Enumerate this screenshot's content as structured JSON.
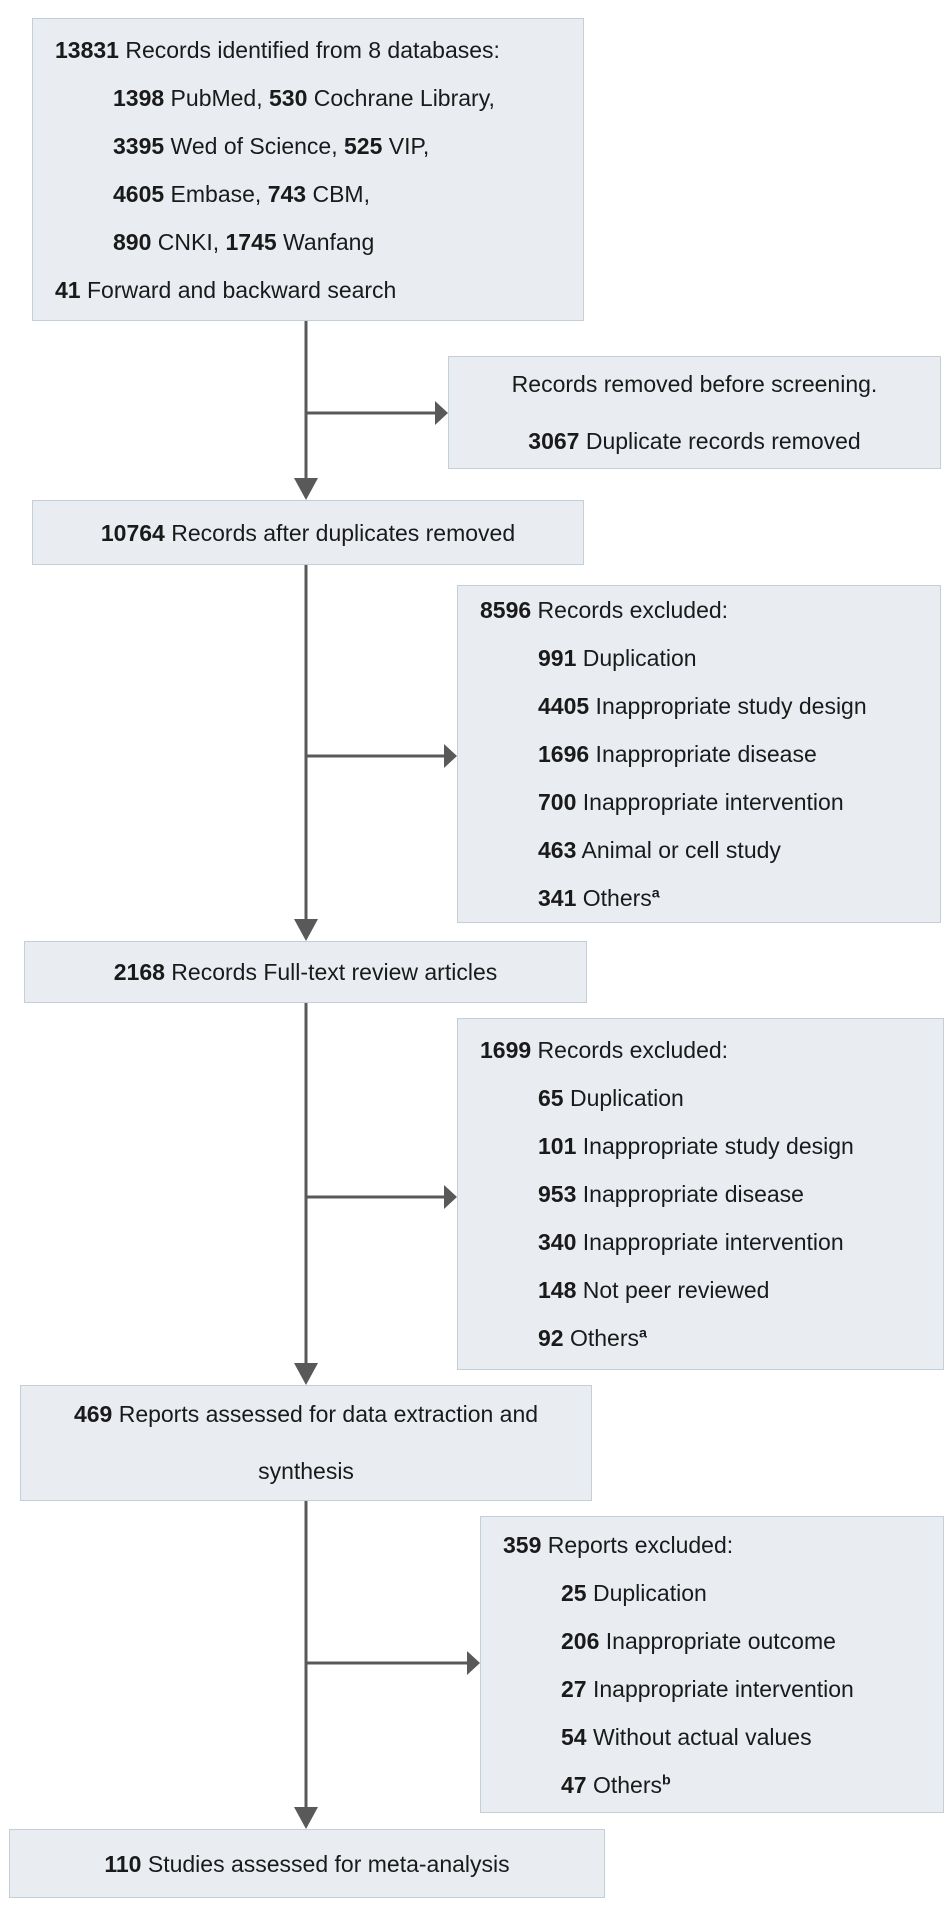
{
  "colors": {
    "box_fill": "#e9edf2",
    "box_border": "#c2cfd9",
    "arrow": "#595959",
    "text": "#1a1a1a"
  },
  "boxes": {
    "identified": {
      "lines": [
        {
          "n1": "13831",
          "t1": " Records identified from 8 databases:"
        },
        {
          "n1": "1398",
          "t1": " PubMed, ",
          "n2": "530",
          "t2": " Cochrane Library,"
        },
        {
          "n1": "3395",
          "t1": " Wed of Science, ",
          "n2": "525",
          "t2": " VIP,"
        },
        {
          "n1": "4605",
          "t1": " Embase, ",
          "n2": "743",
          "t2": " CBM,"
        },
        {
          "n1": "890",
          "t1": " CNKI, ",
          "n2": "1745",
          "t2": " Wanfang"
        },
        {
          "n1": "41",
          "t1": " Forward and backward search"
        }
      ]
    },
    "removed_before_screening": {
      "lines": [
        {
          "t1": "Records removed before screening."
        },
        {
          "n1": "3067",
          "t1": " Duplicate records removed"
        }
      ]
    },
    "after_duplicates": {
      "lines": [
        {
          "n1": "10764",
          "t1": " Records after duplicates removed"
        }
      ]
    },
    "records_excluded_screening": {
      "lines": [
        {
          "n1": "8596",
          "t1": " Records excluded:"
        },
        {
          "n1": "991",
          "t1": " Duplication"
        },
        {
          "n1": "4405",
          "t1": " Inappropriate study design"
        },
        {
          "n1": "1696",
          "t1": " Inappropriate disease"
        },
        {
          "n1": "700",
          "t1": " Inappropriate intervention"
        },
        {
          "n1": "463",
          "t1": " Animal or cell study"
        },
        {
          "n1": "341",
          "t1": " Others",
          "sup": "a"
        }
      ]
    },
    "fulltext_review": {
      "lines": [
        {
          "n1": "2168",
          "t1": " Records Full-text review articles"
        }
      ]
    },
    "records_excluded_fulltext": {
      "lines": [
        {
          "n1": "1699",
          "t1": " Records excluded:"
        },
        {
          "n1": "65",
          "t1": " Duplication"
        },
        {
          "n1": "101",
          "t1": " Inappropriate study design"
        },
        {
          "n1": "953",
          "t1": " Inappropriate disease"
        },
        {
          "n1": "340",
          "t1": " Inappropriate intervention"
        },
        {
          "n1": "148",
          "t1": " Not peer reviewed"
        },
        {
          "n1": "92",
          "t1": " Others",
          "sup": "a"
        }
      ]
    },
    "assessed_extraction": {
      "lines": [
        {
          "n1": "469",
          "t1": " Reports assessed for data extraction and"
        },
        {
          "t1": "synthesis"
        }
      ]
    },
    "reports_excluded": {
      "lines": [
        {
          "n1": "359",
          "t1": " Reports excluded:"
        },
        {
          "n1": "25",
          "t1": " Duplication"
        },
        {
          "n1": "206",
          "t1": " Inappropriate outcome"
        },
        {
          "n1": "27",
          "t1": " Inappropriate intervention"
        },
        {
          "n1": "54",
          "t1": " Without actual values"
        },
        {
          "n1": "47",
          "t1": " Others",
          "sup": "b"
        }
      ]
    },
    "meta_analysis": {
      "lines": [
        {
          "n1": "110",
          "t1": " Studies assessed for meta-analysis"
        }
      ]
    }
  }
}
